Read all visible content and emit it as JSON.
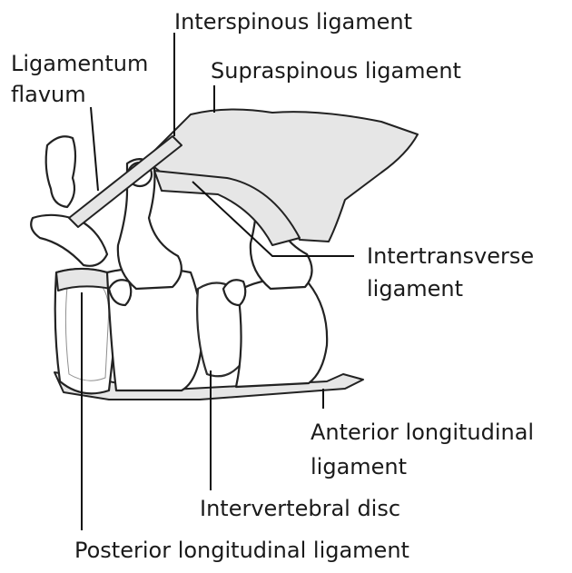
{
  "labels": {
    "interspinous": "Interspinous ligament",
    "ligamentum_line1": "Ligamentum",
    "ligamentum_line2": "flavum",
    "supraspinous": "Supraspinous ligament",
    "intertransverse_line1": "Intertransverse",
    "intertransverse_line2": "ligament",
    "anterior_line1": "Anterior longitudinal",
    "anterior_line2": "ligament",
    "disc": "Intervertebral disc",
    "posterior": "Posterior longitudinal ligament"
  },
  "colors": {
    "disc": "#cfe1f2",
    "ligament": "#e6e6e6",
    "ink": "#222222"
  }
}
